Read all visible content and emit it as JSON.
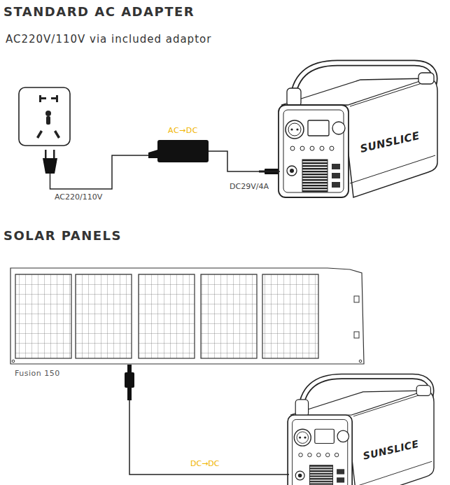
{
  "diagram": {
    "title": "STANDARD AC ADAPTER",
    "nodes": [
      {
        "text": [
          "AC→DC"
        ]
      },
      {
        "text": [
          "SUNSLICE"
        ]
      },
      {
        "text": [
          "Fusion 150"
        ]
      },
      {
        "text": [
          "SUNSLICE"
        ]
      }
    ],
    "edges": [
      {
        "from": 0,
        "to": 1,
        "label": "DC29V/4A",
        "arrow": "none"
      },
      {
        "from": 2,
        "to": 3,
        "label": "DC→DC",
        "arrow": "none"
      }
    ],
    "labels": [
      "AC220V/110V via included adaptor",
      "AC220/110V",
      "SOLAR PANELS"
    ]
  }
}
